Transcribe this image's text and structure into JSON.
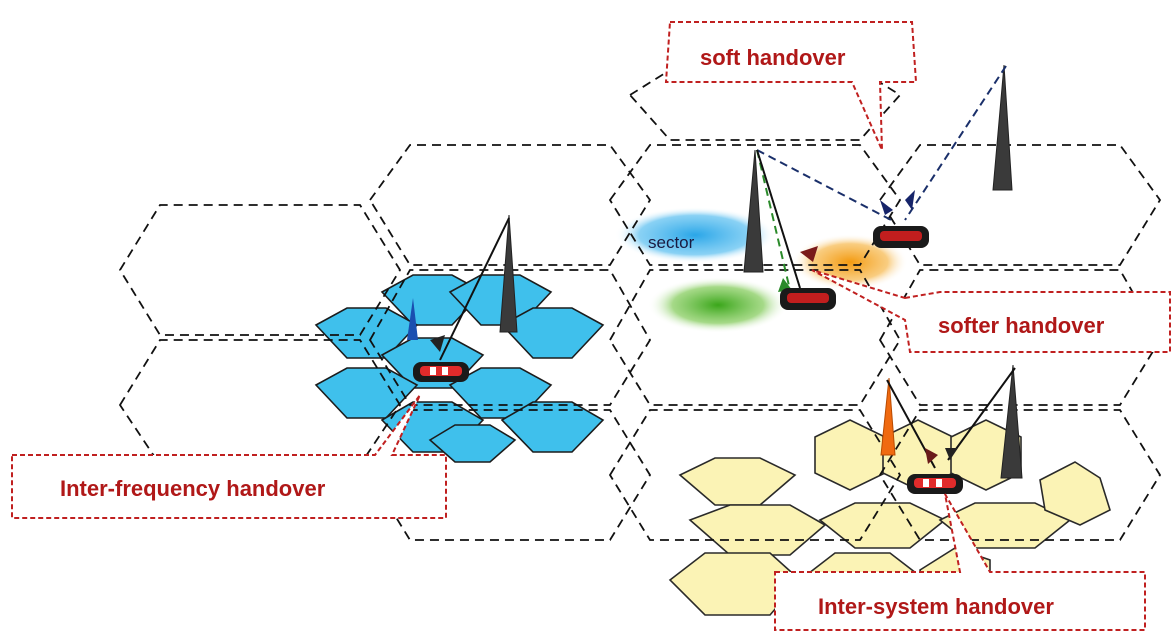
{
  "labels": {
    "soft_handover": "soft handover",
    "softer_handover": "softer handover",
    "inter_frequency_handover": "Inter-frequency handover",
    "inter_system_handover": "Inter-system handover",
    "sector": "sector"
  },
  "colors": {
    "callout_text": "#b01818",
    "callout_border": "#c02020",
    "blue_cells": "#3fc0ec",
    "yellow_cells": "#fbf3b5",
    "antenna": "#3a3a3a",
    "antenna_orange": "#f06a10",
    "sector_blue": "#2aa6e8",
    "sector_green": "#3aa61a",
    "sector_orange": "#f5a623",
    "grid_dash": "#111111"
  },
  "icons": [
    "antenna-tower-icon",
    "vehicle-icon",
    "mobile-handset-icon"
  ]
}
